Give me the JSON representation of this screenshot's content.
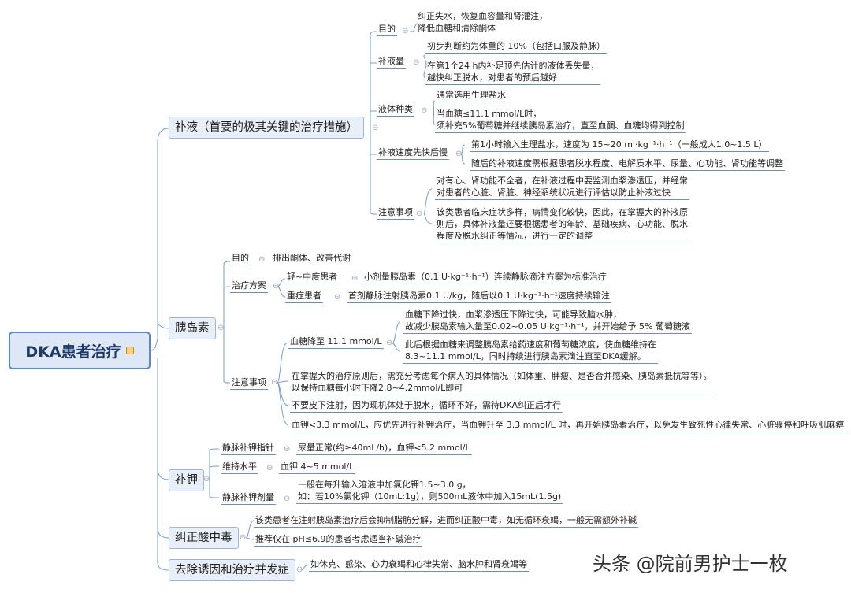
{
  "root": "DKA患者治疗",
  "watermark": "头条 @院前男护士一枚",
  "b1": {
    "label": "补液（首要的极其关键的治疗措施）",
    "mudi": "目的",
    "mudi_text": "纠正失水，恢复血容量和肾灌注，\n降低血糖和清除酮体",
    "buyeliang": "补液量",
    "buyeliang_1": "初步判断约为体重的 10%（包括口服及静脉）",
    "buyeliang_2": "在第1个24 h内补足预先估计的液体丢失量，\n越快纠正脱水，对患者的预后越好",
    "yeti": "液体种类",
    "yeti_1": "通常选用生理盐水",
    "yeti_2": "当血糖≤11.1 mmol/L时，\n须补充5%葡萄糖并继续胰岛素治疗，直至血酮、血糖均得到控制",
    "sudu": "补液速度先快后慢",
    "sudu_1": "第1小时输入生理盐水，速度为 15~20 ml·kg⁻¹·h⁻¹（一般成人1.0~1.5 L）",
    "sudu_2": "随后的补液速度需根据患者脱水程度、电解质水平、尿量、心功能、肾功能等调整",
    "zhuyi": "注意事项",
    "zhuyi_1": "对有心、肾功能不全者，在补液过程中要监测血浆渗透压，并经常\n对患者的心脏、肾脏、神经系统状况进行评估以防止补液过快",
    "zhuyi_2": "该类患者临床症状多样，病情变化较快，因此，在掌握大的补液原\n则后，具体补液量还要根据患者的年龄、基础疾病、心功能、脱水\n程度及脱水纠正等情况，进行一定的调整"
  },
  "b2": {
    "label": "胰岛素",
    "mudi": "目的",
    "mudi_text": "排出酮体、改善代谢",
    "fangan": "治疗方案",
    "qing": "轻~中度患者",
    "qing_text": "小剂量胰岛素（0.1 U·kg⁻¹·h⁻¹）连续静脉滴注方案为标准治疗",
    "zhong": "重症患者",
    "zhong_text": "首剂静脉注射胰岛素0.1 U/kg，随后以0.1 U·kg⁻¹·h⁻¹速度持续输注",
    "zhuyi": "注意事项",
    "xuetang": "血糖降至 11.1 mmol/L",
    "xuetang_1": "血糖下降过快，血浆渗透压下降过快，可能导致脑水肿，\n故减少胰岛素输入量至0.02~0.05 U·kg⁻¹·h⁻¹，并开始给予 5% 葡萄糖液",
    "xuetang_2": "此后根据血糖来调整胰岛素给药速度和葡萄糖浓度，使血糖维持在\n8.3~11.1 mmol/L，同时持续进行胰岛素滴注直至DKA缓解。",
    "zhuyi_2": "在掌握大的治疗原则后，需充分考虑每个病人的具体情况（如体重、胖瘦、是否合并感染、胰岛素抵抗等等）。\n以保持血糖每小时下降2.8~4.2mmol/L即可",
    "zhuyi_3": "不要皮下注射，因为现机体处于脱水，循环不好，需待DKA纠正后才行",
    "zhuyi_4": "血钾<3.3 mmol/L，应优先进行补钾治疗，当血钾升至 3.3 mmol/L 时，再开始胰岛素治疗，以免发生致死性心律失常、心脏骤停和呼吸肌麻痹"
  },
  "b3": {
    "label": "补钾",
    "zhizhen": "静脉补钾指针",
    "zhizhen_text": "尿量正常(约≥40mL/h)，血钾<5.2 mmol/L",
    "weichi": "维持水平",
    "weichi_text": "血钾 4~5 mmol/L",
    "jiliang": "静脉补钾剂量",
    "jiliang_text": "一般在每升输入溶液中加氯化钾1.5~3.0 g，\n如：若10%氯化钾（10mL:1g），则500mL液体中加入15mL(1.5g)"
  },
  "b4": {
    "label": "纠正酸中毒",
    "t1": "该类患者在注射胰岛素治疗后会抑制脂肪分解，进而纠正酸中毒，如无循环衰竭，一般无需额外补碱",
    "t2": "推荐仅在 pH≤6.9的患者考虑适当补碱治疗"
  },
  "b5": {
    "label": "去除诱因和治疗并发症",
    "t1": "如休克、感染、心力衰竭和心律失常、脑水肿和肾衰竭等"
  }
}
